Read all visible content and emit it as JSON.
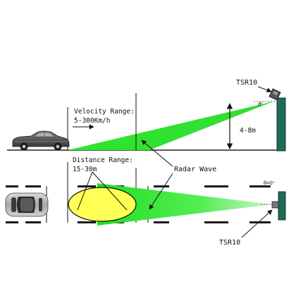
{
  "labels": {
    "velocity_title": "Velocity Range:",
    "velocity_value": "5-300Km/h",
    "distance_title": "Distance Range:",
    "distance_value": "15-30m",
    "radar_wave": "Radar Wave",
    "height": "4-8m",
    "angle_side": "α°",
    "angle_top": "θ=0°",
    "device_top": "TSR10",
    "device_bottom": "TSR10"
  },
  "colors": {
    "beam": "#2ee62e",
    "pole": "#1f6b57",
    "coverage": "#ffff55",
    "lane_mark": "#1a1a1a",
    "ink": "#111111"
  }
}
